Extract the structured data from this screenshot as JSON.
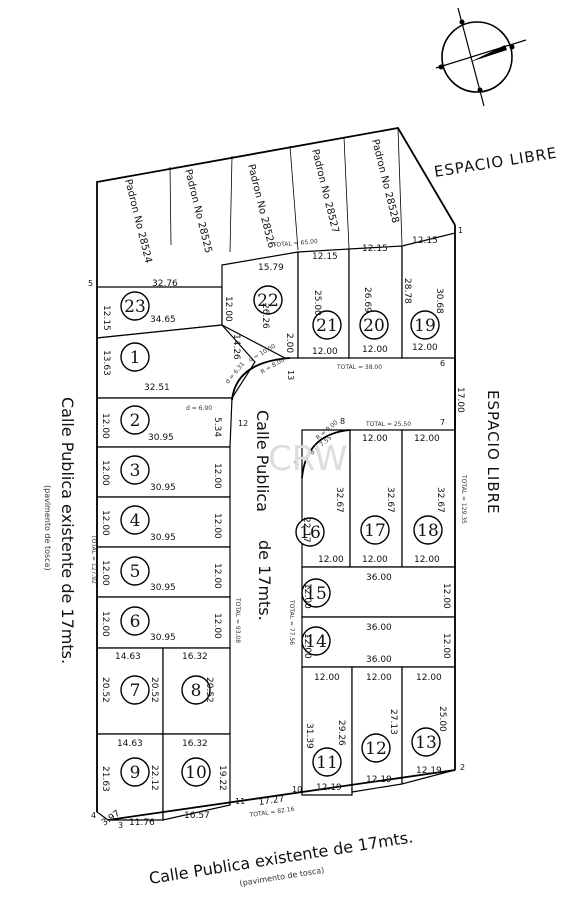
{
  "colors": {
    "line": "#000000",
    "background": "#ffffff"
  },
  "labels": {
    "espacio_libre_top": "ESPACIO LIBRE",
    "espacio_libre_right": "ESPACIO LIBRE",
    "calle_left": "Calle Publica existente de 17mts.",
    "calle_left_sub": "(pavimento de tosca)",
    "calle_bottom": "Calle Publica existente de 17mts.",
    "calle_bottom_sub": "(pavimento de tosca)",
    "calle_center_1": "Calle Publica",
    "calle_center_2": "de 17mts.",
    "watermark": "CRW"
  },
  "padrones": [
    "Padron No 28524",
    "Padron No 28525",
    "Padron No 28526",
    "Padron No 28527",
    "Padron No 28528"
  ],
  "totals": {
    "top": "TOTAL = 65.00",
    "road_top": "TOTAL = 38.00",
    "block_top": "TOTAL = 25.50",
    "right": "TOTAL = 129.35",
    "left": "TOTAL = 127.92",
    "road_left": "TOTAL = 93.08",
    "block_left": "TOTAL = 77.56",
    "bottom": "TOTAL = 82.16"
  },
  "vertices": [
    "1",
    "2",
    "3",
    "4",
    "5",
    "6",
    "7",
    "8",
    "9",
    "10",
    "11",
    "12",
    "13"
  ],
  "arc_labels": [
    "d = 10.50",
    "d = 6.31",
    "R = 8.00",
    "d = 6.90",
    "R = 8.00",
    "d = 7.55"
  ],
  "lots": [
    {
      "n": "1"
    },
    {
      "n": "2"
    },
    {
      "n": "3"
    },
    {
      "n": "4"
    },
    {
      "n": "5"
    },
    {
      "n": "6"
    },
    {
      "n": "7"
    },
    {
      "n": "8"
    },
    {
      "n": "9"
    },
    {
      "n": "10"
    },
    {
      "n": "11"
    },
    {
      "n": "12"
    },
    {
      "n": "13"
    },
    {
      "n": "14"
    },
    {
      "n": "15"
    },
    {
      "n": "16"
    },
    {
      "n": "17"
    },
    {
      "n": "18"
    },
    {
      "n": "19"
    },
    {
      "n": "20"
    },
    {
      "n": "21"
    },
    {
      "n": "22"
    },
    {
      "n": "23"
    }
  ],
  "dims": {
    "d23_top": "32.76",
    "d23_left": "12.15",
    "d23_bottom": "34.65",
    "d23_right": "12.00",
    "d22_top": "15.79",
    "d22_diag": "26.26",
    "d22_left": "14.26",
    "d22_bottom": "2.00",
    "d21_top": "12.15",
    "d21_side": "25.00",
    "d21_bottom": "12.00",
    "d20_top": "12.15",
    "d20_side": "26.69",
    "d20_bottom": "12.00",
    "d19_top": "12.15",
    "d19_side": "28.78",
    "d19_right": "30.68",
    "d19_bottom": "12.00",
    "d1_left": "13.63",
    "d1_bottom": "32.51",
    "d2_left": "12.00",
    "d2_right": "5.34",
    "d2_bottom": "30.95",
    "d3_left": "12.00",
    "d3_right": "12.00",
    "d3_bottom": "30.95",
    "d4_left": "12.00",
    "d4_right": "12.00",
    "d4_bottom": "30.95",
    "d5_left": "12.00",
    "d5_right": "12.00",
    "d5_bottom": "30.95",
    "d6_left": "12.00",
    "d6_right": "12.00",
    "d6_bottom": "30.95",
    "d7_top": "14.63",
    "d7_left": "20.52",
    "d7_right": "20.52",
    "d8_top": "16.32",
    "d8_right": "20.52",
    "d9_top": "14.63",
    "d9_left": "21.63",
    "d9_right": "22.12",
    "d9_bottom": "11.76",
    "d9_corner": "3.97",
    "d10_top": "16.32",
    "d10_right": "19.22",
    "d10_bottom": "16.57",
    "d16_side": "22.17",
    "d16_b": "32.67",
    "d16_bottom": "12.00",
    "d17_top": "12.00",
    "d17_side": "32.67",
    "d17_bottom": "12.00",
    "d18_top": "12.00",
    "d18_side": "32.67",
    "d18_bottom": "12.00",
    "d_road_right": "17.00",
    "d15_top": "36.00",
    "d15_left": "12.00",
    "d15_right": "12.00",
    "d14_top": "36.00",
    "d14_left": "12.00",
    "d14_right": "12.00",
    "d14_bottom": "36.00",
    "d11_top": "12.00",
    "d11_l": "31.39",
    "d11_r": "29.26",
    "d11_bottom": "12.19",
    "d12_top": "12.00",
    "d12_side": "27.13",
    "d12_bottom": "12.19",
    "d13_top": "12.00",
    "d13_side": "25.00",
    "d13_bottom": "12.19",
    "d_bottom_road": "17.27"
  }
}
